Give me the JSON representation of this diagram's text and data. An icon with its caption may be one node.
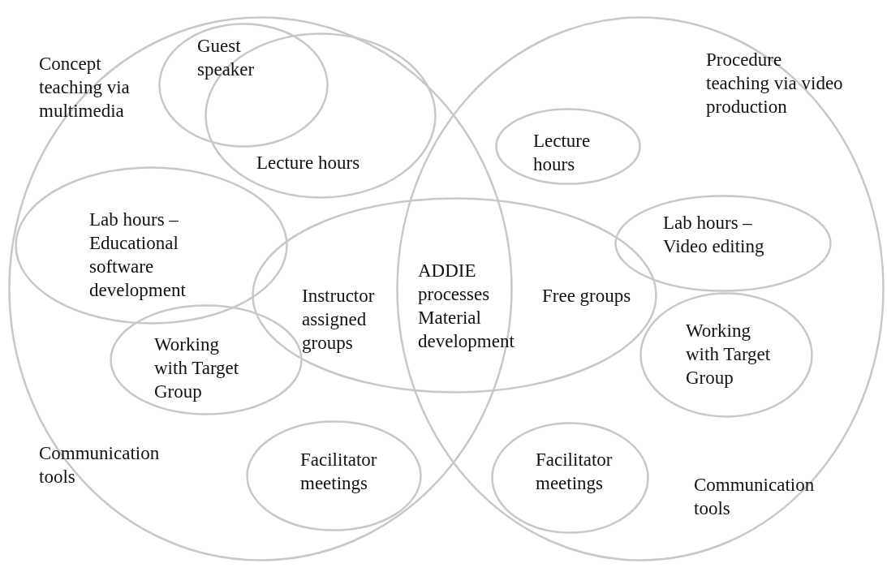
{
  "diagram": {
    "nodes": [
      {
        "text": [
          "Concept teaching via multimedia",
          "Communication tools"
        ]
      },
      {
        "text": [
          "Guest speaker"
        ],
        "in": 0
      },
      {
        "text": [
          "Lecture hours"
        ],
        "in": 0
      },
      {
        "text": [
          "Lab hours – Educational software development"
        ],
        "in": 0
      },
      {
        "text": [
          "Working with Target Group"
        ],
        "in": 0
      },
      {
        "text": [
          "Facilitator meetings"
        ],
        "in": 0
      },
      {
        "text": [
          "Instructor assigned groups",
          "ADDIE processes Material development",
          "Free groups"
        ]
      },
      {
        "text": [
          "Procedure teaching via video production",
          "Communication tools"
        ]
      },
      {
        "text": [
          "Lecture hours"
        ],
        "in": 7
      },
      {
        "text": [
          "Lab hours – Video editing"
        ],
        "in": 7
      },
      {
        "text": [
          "Working with Target Group"
        ],
        "in": 7
      },
      {
        "text": [
          "Facilitator meetings"
        ],
        "in": 7
      }
    ],
    "edges": []
  }
}
